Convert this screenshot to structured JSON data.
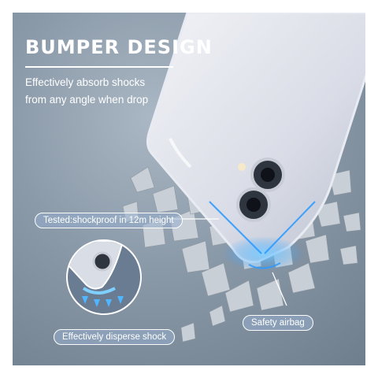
{
  "headline": "BUMPER DESIGN",
  "subheadline": "Effectively absorb shocks from any angle when drop",
  "callouts": {
    "tested": "Tested:shockproof in 12m height",
    "disperse": "Effectively disperse shock",
    "airbag": "Safety airbag"
  },
  "colors": {
    "background": "#8b9aa9",
    "accent": "#2e9bff",
    "text": "#ffffff"
  },
  "icons": [
    "camera-lens-icon",
    "arrow-down-icon"
  ]
}
